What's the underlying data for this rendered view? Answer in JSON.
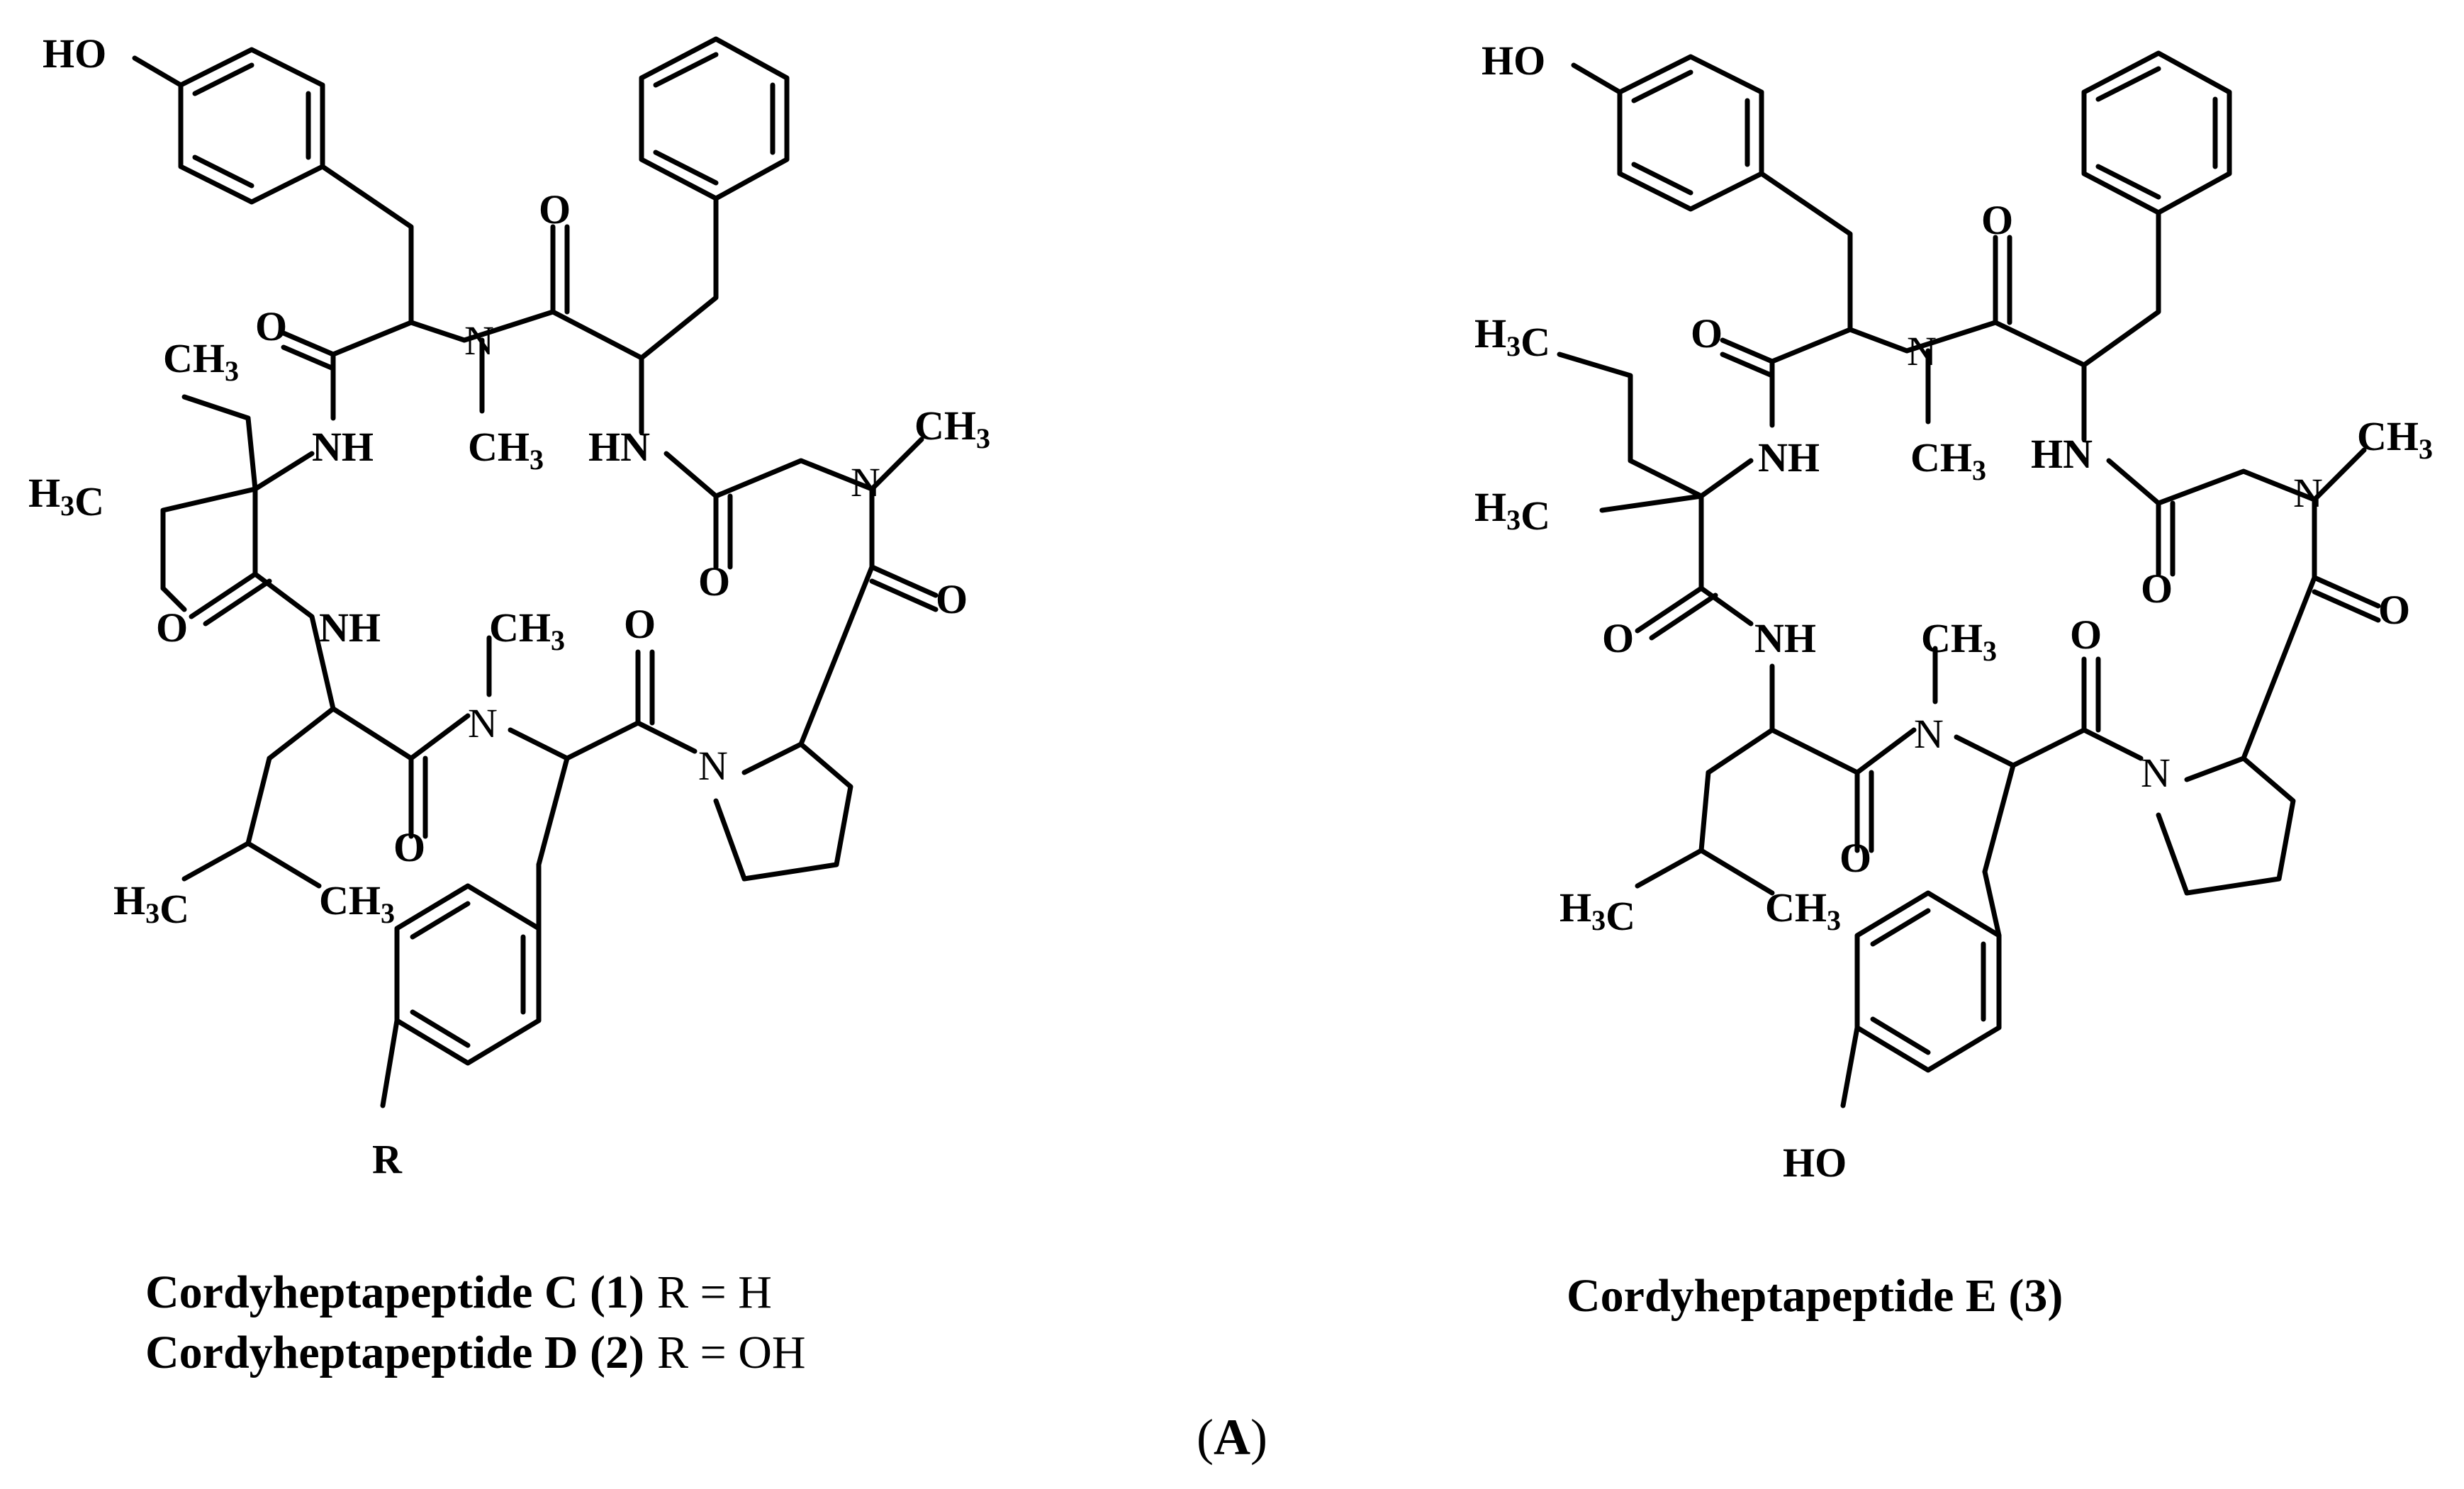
{
  "compounds": [
    {
      "name_line1": "Cordyheptapeptide C (1)",
      "substituent_line1": "R = H",
      "name_line2": "Cordyheptapeptide D (2)",
      "substituent_line2": "R = OH"
    },
    {
      "name_line1": "Cordyheptapeptide E (3)"
    }
  ],
  "panel_label": "A",
  "atom_labels": {
    "HO": "HO",
    "H3C": "H3C",
    "CH3": "CH3",
    "NH": "NH",
    "HN": "HN",
    "N": "N",
    "O": "O",
    "R": "R",
    "H": "H"
  }
}
